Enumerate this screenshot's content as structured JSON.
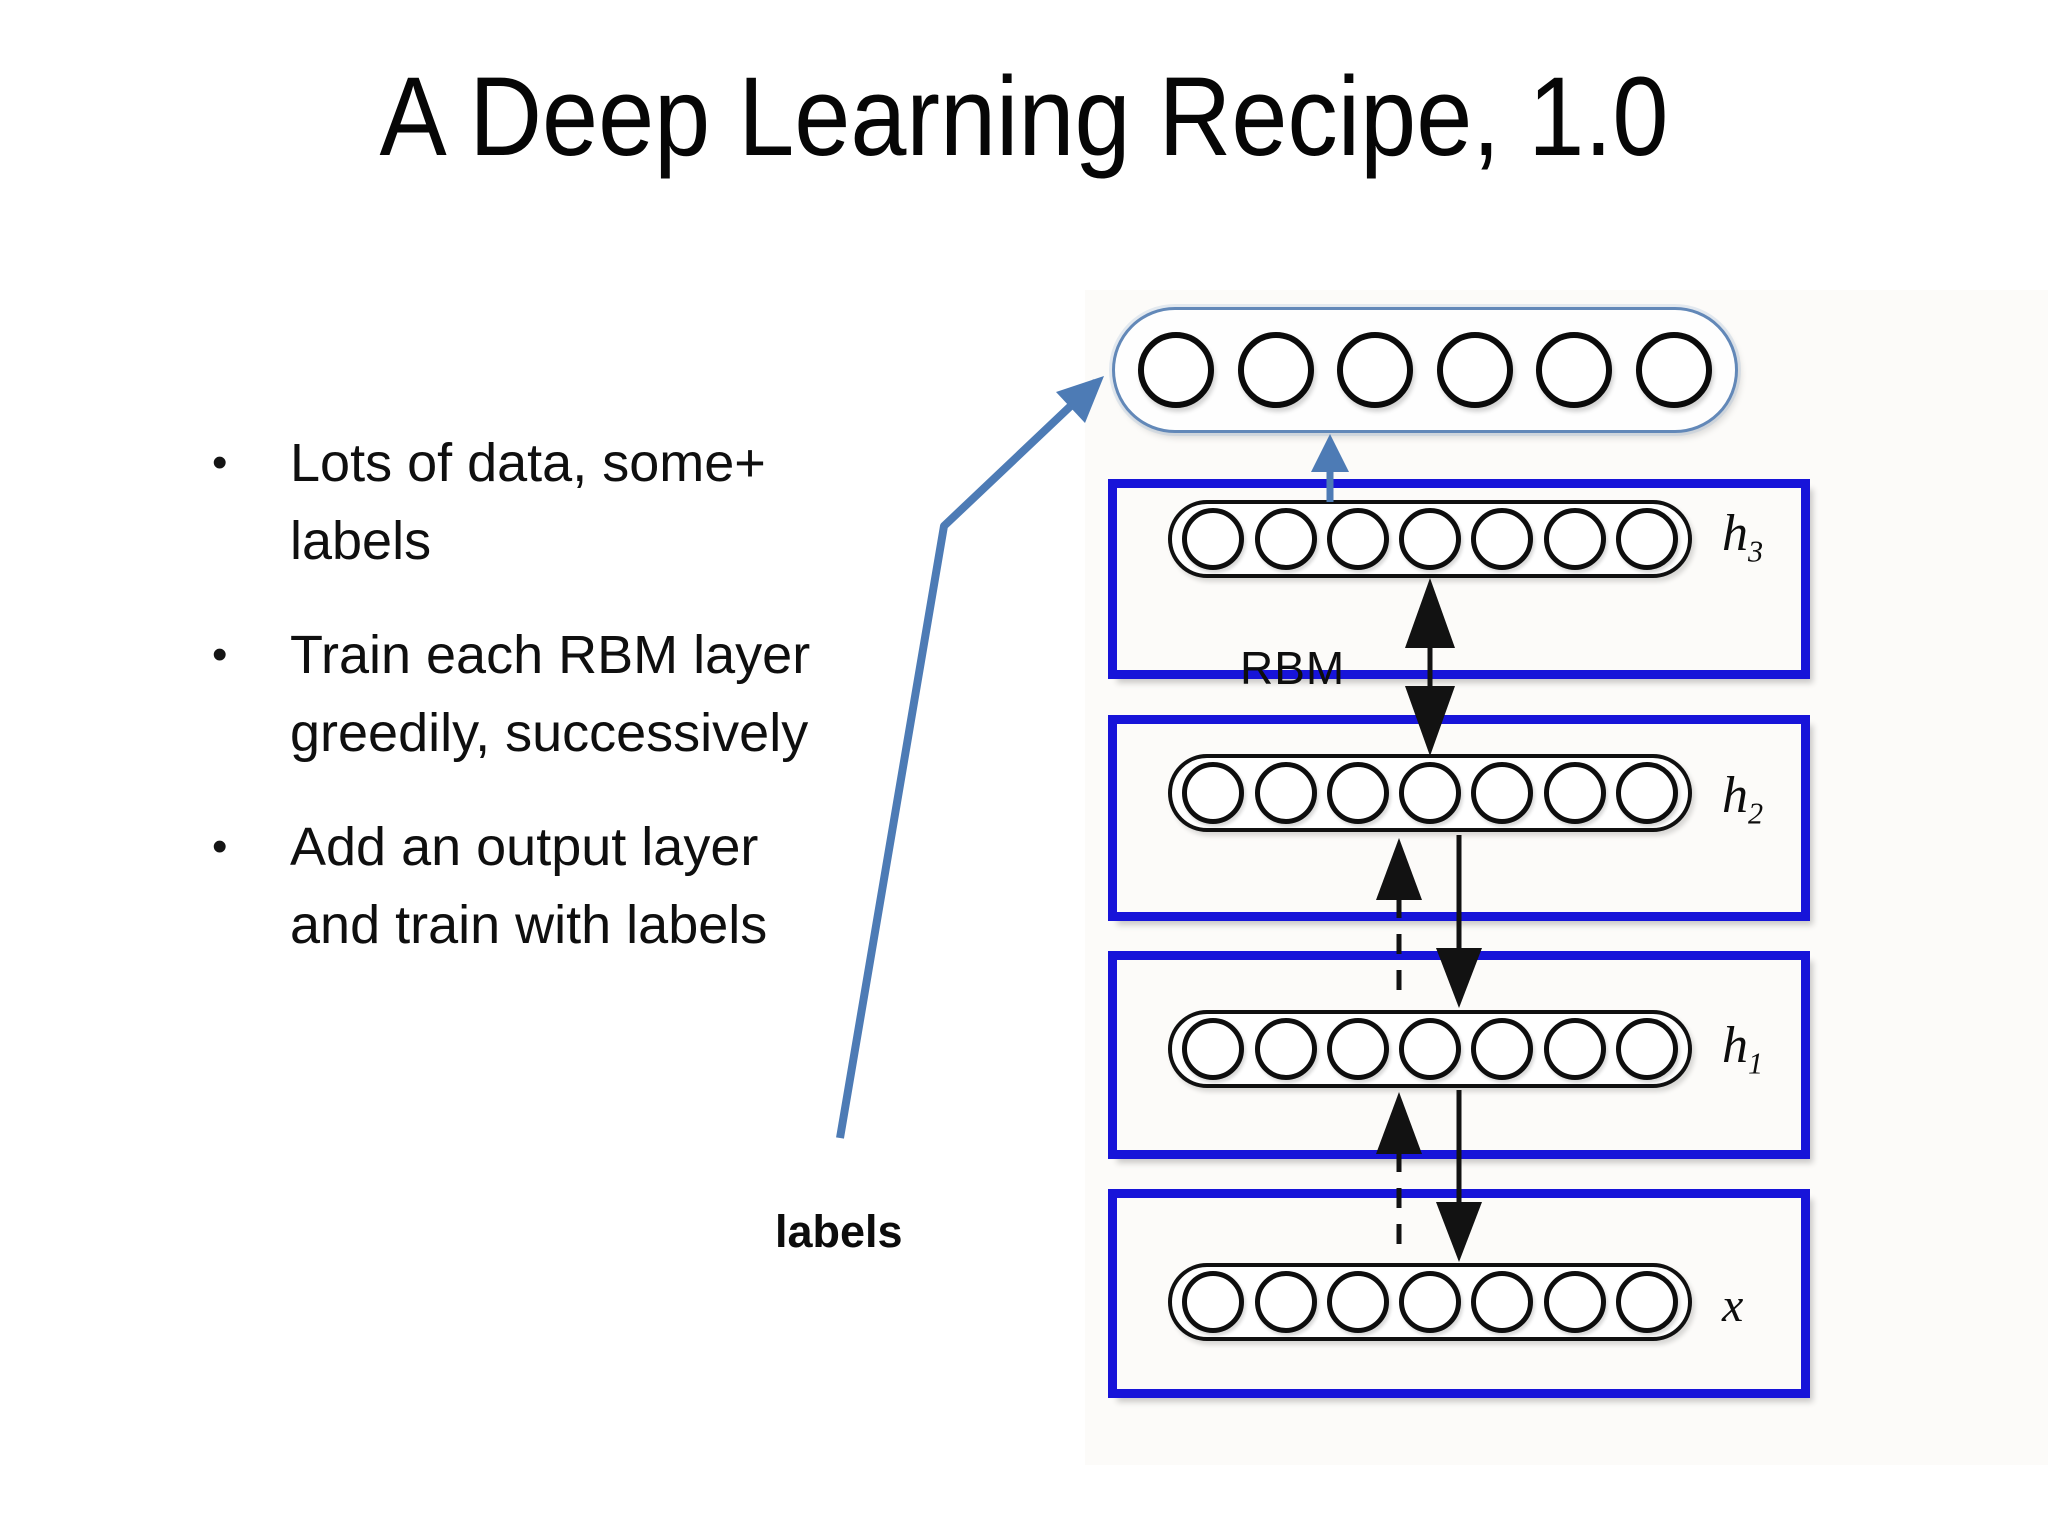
{
  "title": "A Deep Learning Recipe, 1.0",
  "bullets": [
    {
      "marker": "•",
      "text": "Lots of data, some+\nlabels"
    },
    {
      "marker": "•",
      "text": "Train each RBM layer\ngreedily, successively"
    },
    {
      "marker": "•",
      "text": "Add an output layer\nand train with labels"
    }
  ],
  "annotations": {
    "labels_arrow_text": "labels",
    "rbm_text": "RBM"
  },
  "network": {
    "output_layer": {
      "name": "output-layer",
      "circle_count": 6
    },
    "rbm_layers": [
      {
        "name": "h3",
        "label_base": "h",
        "label_sub": "3",
        "circle_count": 7
      },
      {
        "name": "h2",
        "label_base": "h",
        "label_sub": "2",
        "circle_count": 7
      },
      {
        "name": "h1",
        "label_base": "h",
        "label_sub": "1",
        "circle_count": 7
      },
      {
        "name": "x",
        "label_base": "x",
        "label_sub": "",
        "circle_count": 7
      }
    ]
  },
  "colors": {
    "layer_box_border": "#1714d9",
    "accent_arrow_blue": "#4d7bb5",
    "output_capsule_border": "#6288b8",
    "ink_black": "#121212",
    "background": "#ffffff"
  }
}
